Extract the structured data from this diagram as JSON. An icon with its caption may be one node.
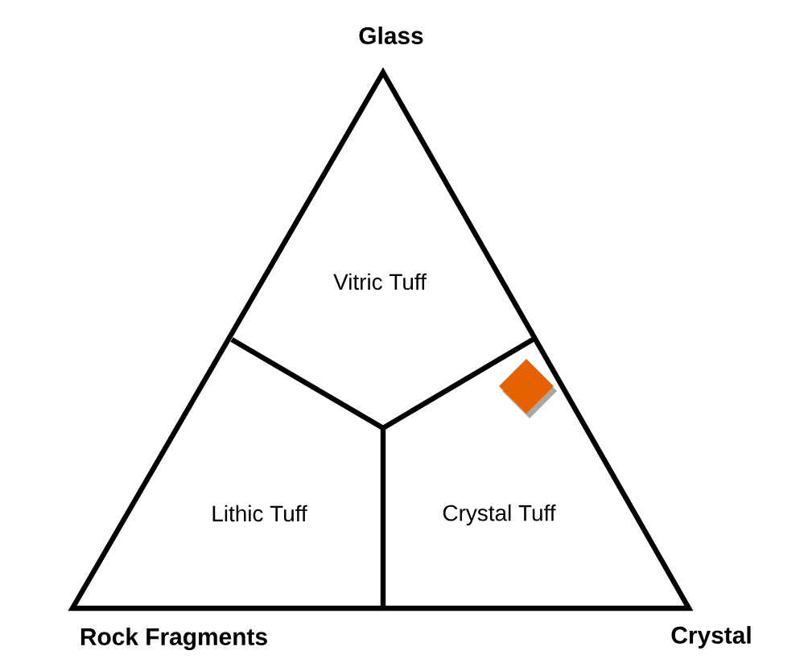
{
  "diagram": {
    "labels": [
      "Glass",
      "Vitric Tuff",
      "Lithic Tuff",
      "Crystal Tuff",
      "Rock Fragments",
      "Crystal"
    ]
  }
}
